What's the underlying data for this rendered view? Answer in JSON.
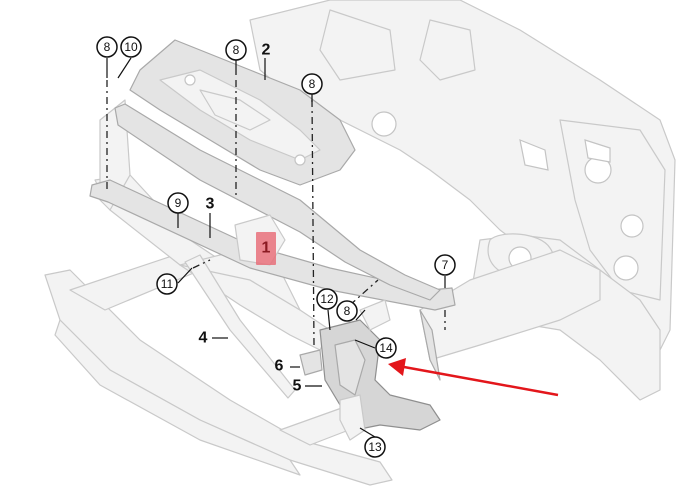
{
  "callouts": [
    {
      "id": "c8a",
      "label": "8"
    },
    {
      "id": "c10",
      "label": "10"
    },
    {
      "id": "c8b",
      "label": "8"
    },
    {
      "id": "c8c",
      "label": "8"
    },
    {
      "id": "c9",
      "label": "9"
    },
    {
      "id": "c11",
      "label": "11"
    },
    {
      "id": "c7",
      "label": "7"
    },
    {
      "id": "c12",
      "label": "12"
    },
    {
      "id": "c8d",
      "label": "8"
    },
    {
      "id": "c14",
      "label": "14"
    },
    {
      "id": "c13",
      "label": "13"
    }
  ],
  "bold_labels": [
    {
      "id": "b2",
      "label": "2"
    },
    {
      "id": "b3",
      "label": "3"
    },
    {
      "id": "b4",
      "label": "4"
    },
    {
      "id": "b6",
      "label": "6"
    },
    {
      "id": "b5",
      "label": "5"
    }
  ],
  "highlighted_label": "1",
  "colors": {
    "arrow": "#e3161b",
    "highlight": "#e8707a",
    "part_line": "#c9c9c9"
  }
}
